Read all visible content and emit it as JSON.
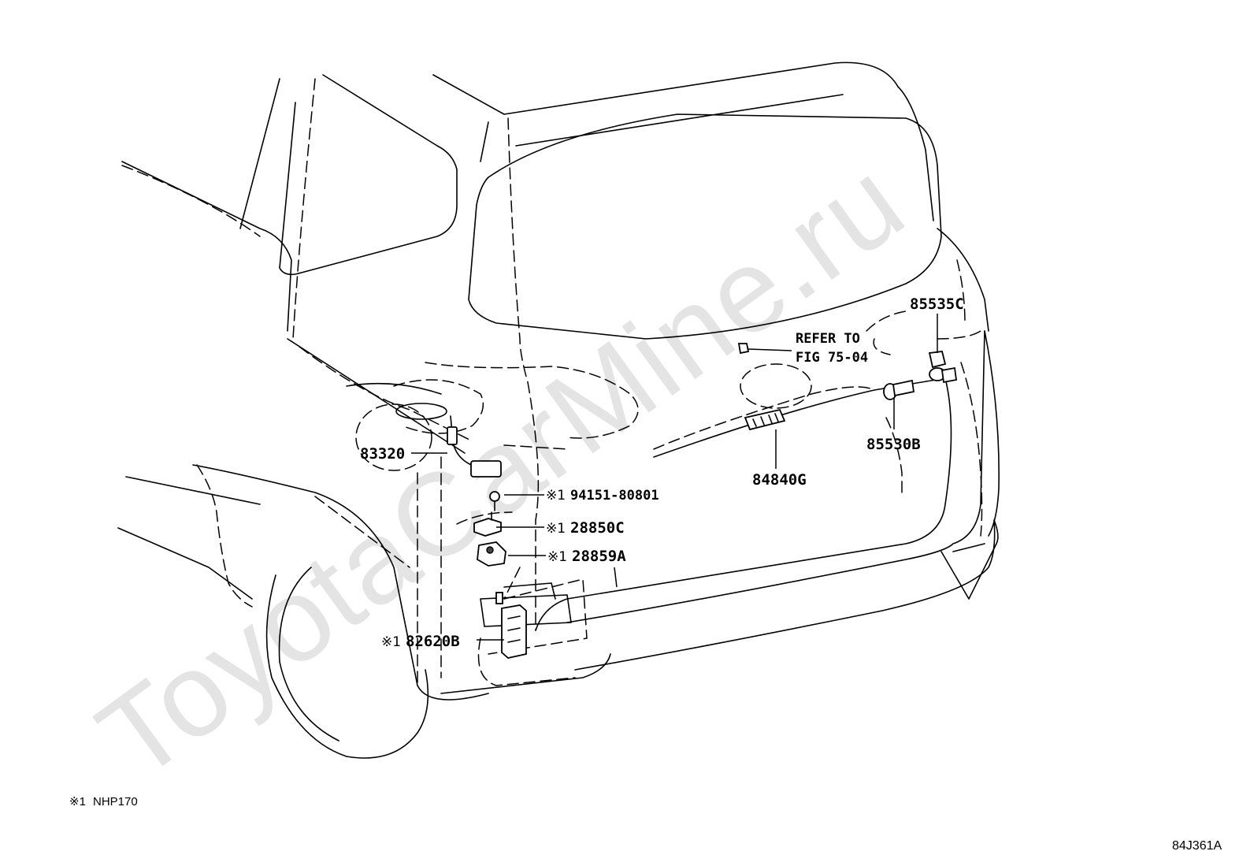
{
  "watermark": "ToyotaCarMine.ru",
  "parts": {
    "p83320": {
      "number": "83320"
    },
    "p94151": {
      "mark": "※1",
      "number": "94151-80801"
    },
    "p28850C": {
      "mark": "※1",
      "number": "28850C"
    },
    "p28859A": {
      "mark": "※1",
      "number": "28859A"
    },
    "p82620B": {
      "mark": "※1",
      "number": "82620B"
    },
    "p84840G": {
      "number": "84840G"
    },
    "p85530B": {
      "number": "85530B"
    },
    "p85535C": {
      "number": "85535C"
    }
  },
  "reference": {
    "line1": "REFER TO",
    "line2": "FIG 75-04"
  },
  "footnote": {
    "mark": "※1",
    "text": "NHP170"
  },
  "figure_code": "84J361A"
}
